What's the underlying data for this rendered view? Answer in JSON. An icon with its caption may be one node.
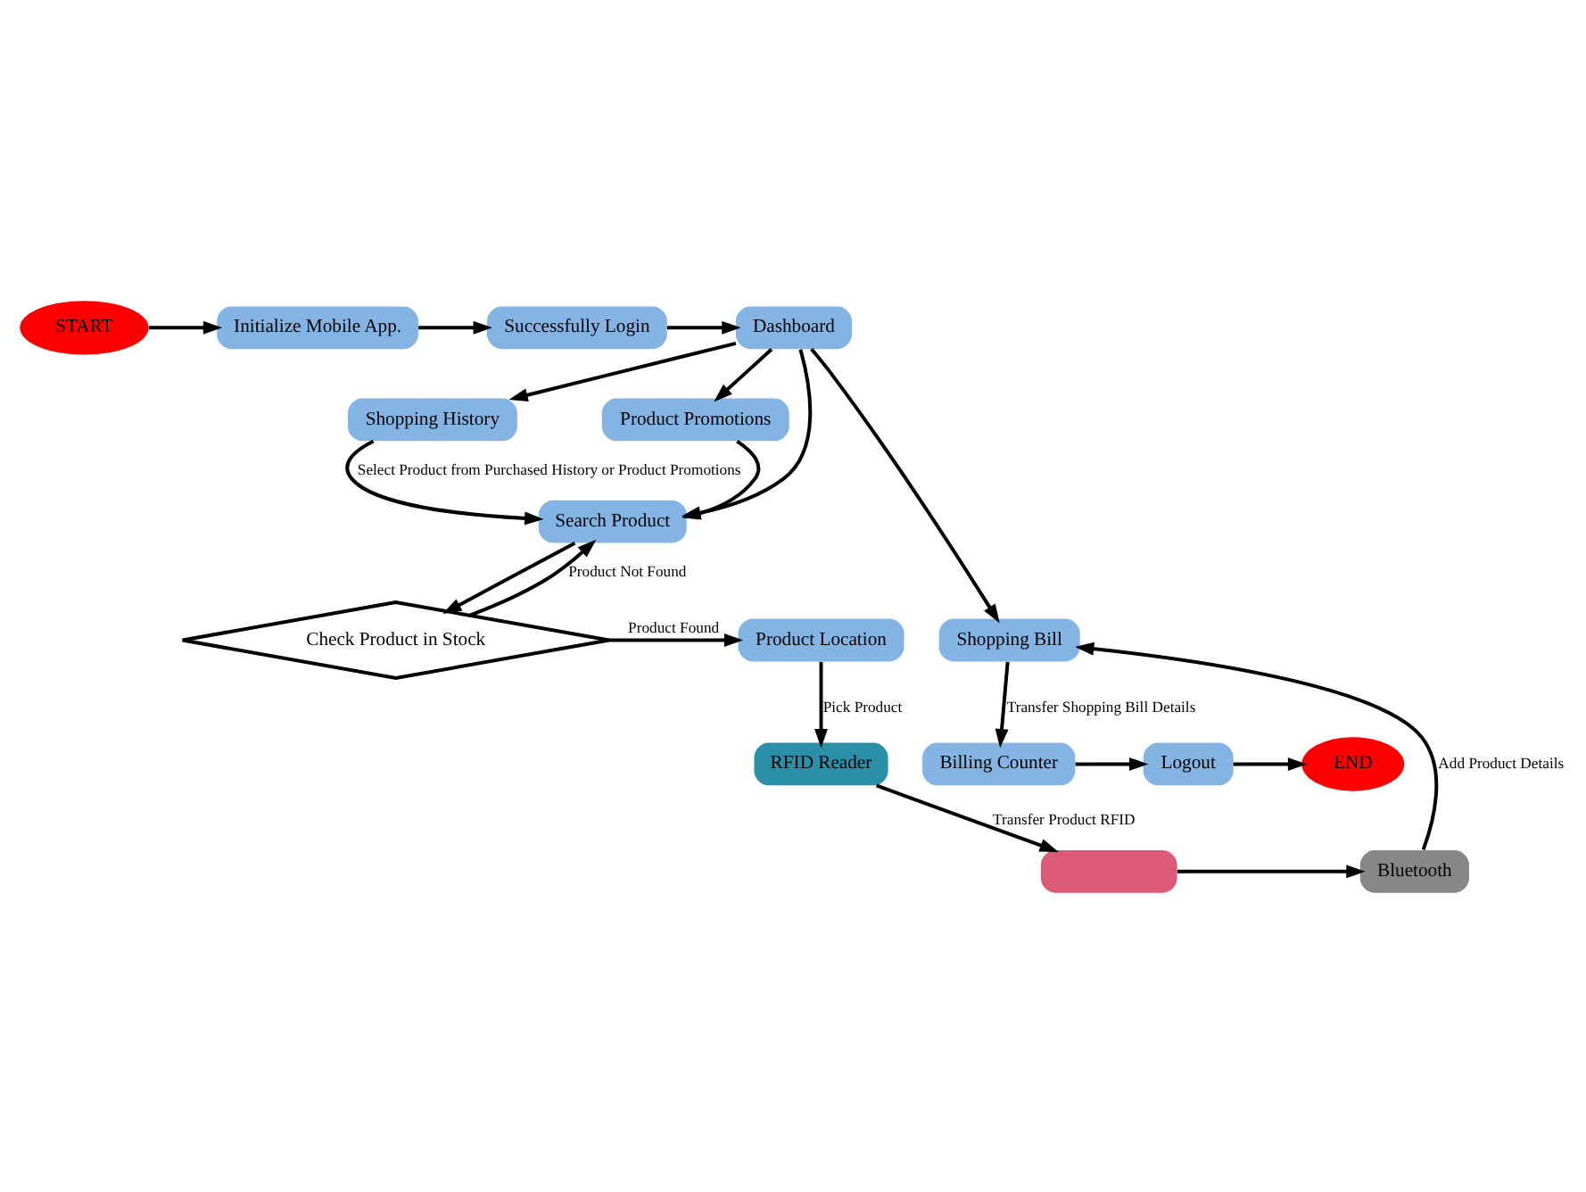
{
  "diagram": {
    "nodes": [
      {
        "text": [
          "START"
        ]
      },
      {
        "text": [
          "Initialize Mobile App."
        ]
      },
      {
        "text": [
          "Successfully Login"
        ]
      },
      {
        "text": [
          "Dashboard"
        ]
      },
      {
        "text": [
          "Shopping History"
        ]
      },
      {
        "text": [
          "Product Promotions"
        ]
      },
      {
        "text": [
          "Search Product"
        ]
      },
      {
        "text": [
          "Check Product in Stock"
        ]
      },
      {
        "text": [
          "Product Location"
        ]
      },
      {
        "text": [
          "RFID Reader"
        ]
      },
      {
        "text": [],
        "shape": "box"
      },
      {
        "text": [
          "Bluetooth"
        ]
      },
      {
        "text": [
          "Shopping Bill"
        ]
      },
      {
        "text": [
          "Billing Counter"
        ]
      },
      {
        "text": [
          "Logout"
        ]
      },
      {
        "text": [
          "END"
        ]
      }
    ],
    "edges": [
      {
        "from": 0,
        "to": 1,
        "arrow": "to"
      },
      {
        "from": 1,
        "to": 2,
        "arrow": "to"
      },
      {
        "from": 2,
        "to": 3,
        "arrow": "to"
      },
      {
        "from": 3,
        "to": 12,
        "arrow": "to"
      },
      {
        "from": 3,
        "to": 4,
        "arrow": "to"
      },
      {
        "from": 3,
        "to": 5,
        "arrow": "to"
      },
      {
        "from": 3,
        "to": 6,
        "arrow": "to"
      },
      {
        "from": 4,
        "to": 6,
        "arrow": "to",
        "label": "Select Product from Purchased History or Product Promotions"
      },
      {
        "from": 5,
        "to": 6,
        "arrow": "to"
      },
      {
        "from": 6,
        "to": 7,
        "arrow": "to"
      },
      {
        "from": 7,
        "to": 8,
        "arrow": "to",
        "label": "Product Found"
      },
      {
        "from": 7,
        "to": 6,
        "arrow": "to",
        "label": "Product Not Found"
      },
      {
        "from": 8,
        "to": 9,
        "arrow": "to",
        "label": "Pick Product"
      },
      {
        "from": 9,
        "to": 10,
        "arrow": "to",
        "label": "Transfer Product RFID"
      },
      {
        "from": 10,
        "to": 11,
        "arrow": "to"
      },
      {
        "from": 11,
        "to": 12,
        "arrow": "to",
        "label": "Add Product Details"
      },
      {
        "from": 12,
        "to": 13,
        "arrow": "to",
        "label": "Transfer Shopping Bill Details"
      },
      {
        "from": 13,
        "to": 14,
        "arrow": "to"
      },
      {
        "from": 14,
        "to": 15,
        "arrow": "to"
      }
    ]
  }
}
